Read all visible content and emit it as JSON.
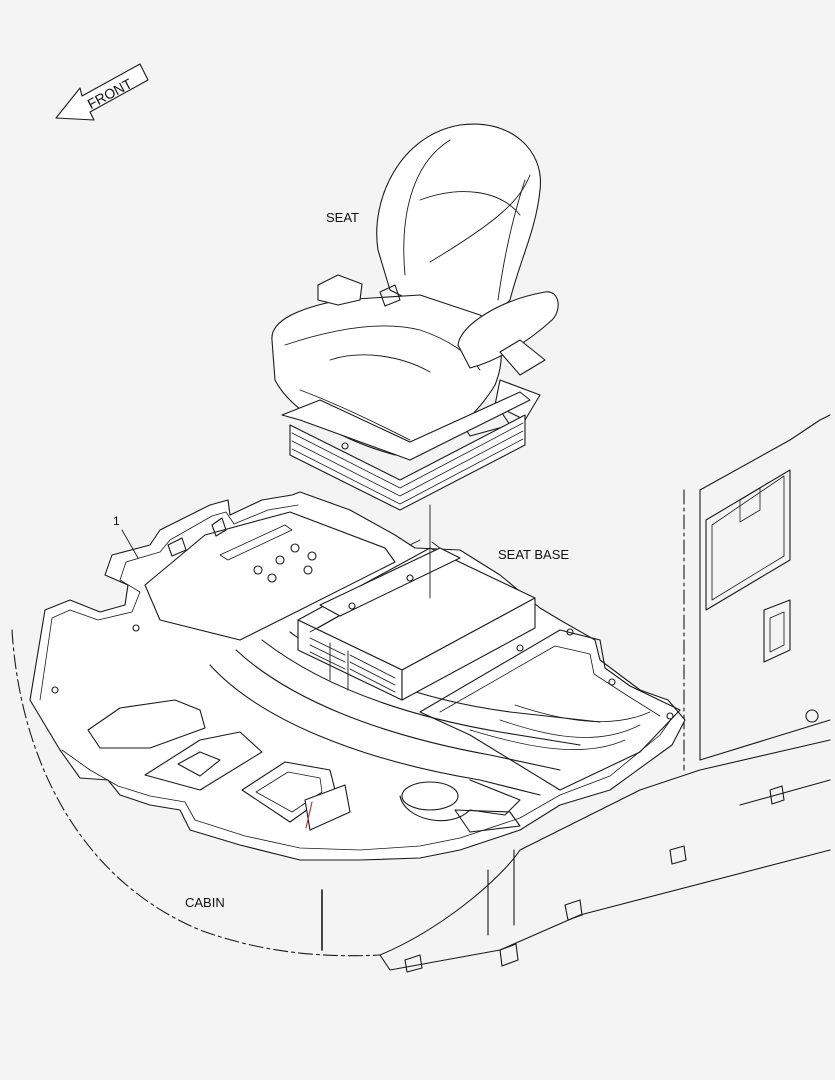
{
  "diagram": {
    "front_arrow_text": "FRONT",
    "labels": {
      "seat": "SEAT",
      "seat_base": "SEAT BASE",
      "cabin": "CABIN",
      "callout_1": "1"
    }
  },
  "colors": {
    "background": "#f4f4f4",
    "line": "#1a1a1a",
    "accent_red": "#b03030"
  }
}
